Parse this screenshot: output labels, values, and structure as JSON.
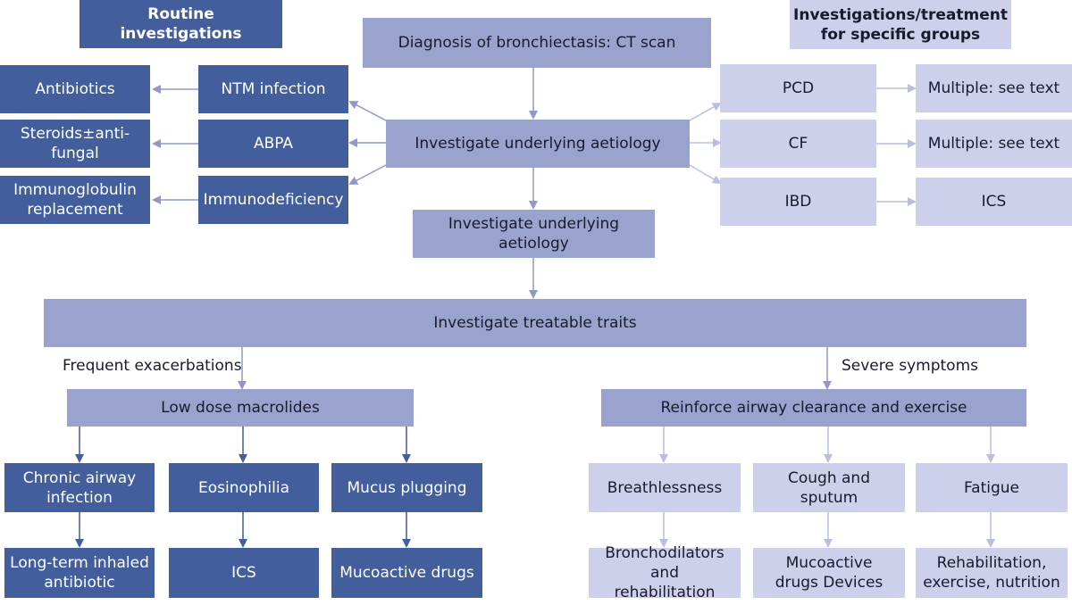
{
  "headers": {
    "routine": "Routine investigations",
    "specific": "Investigations/treatment for specific groups"
  },
  "top": {
    "diagnosis": "Diagnosis of bronchiectasis: CT scan",
    "aetiology": "Investigate underlying aetiology",
    "aetiology2": "Investigate underlying aetiology",
    "traits": "Investigate treatable traits"
  },
  "left": {
    "ntm": "NTM infection",
    "abpa": "ABPA",
    "immuno": "Immunodeficiency",
    "antibiotics": "Antibiotics",
    "steroids": "Steroids±anti-fungal",
    "immunoglobulin": "Immunoglobulin replacement"
  },
  "right": {
    "pcd": "PCD",
    "cf": "CF",
    "ibd": "IBD",
    "pcd_t": "Multiple: see text",
    "cf_t": "Multiple: see text",
    "ibd_t": "ICS"
  },
  "branches": {
    "frequent": "Frequent exacerbations",
    "severe": "Severe symptoms",
    "macrolides": "Low dose macrolides",
    "airway": "Reinforce airway clearance and exercise"
  },
  "bottom_left": {
    "chronic": "Chronic airway infection",
    "eos": "Eosinophilia",
    "mucus": "Mucus plugging",
    "inhaled": "Long-term inhaled antibiotic",
    "ics": "ICS",
    "mucoactive": "Mucoactive drugs"
  },
  "bottom_right": {
    "breath": "Breathlessness",
    "cough": "Cough and sputum",
    "fatigue": "Fatigue",
    "broncho": "Bronchodilators and rehabilitation",
    "mucodev": "Mucoactive drugs Devices",
    "rehab": "Rehabilitation, exercise, nutrition"
  },
  "colors": {
    "dark": "#435e9c",
    "mid": "#9aa3ce",
    "light": "#ccd0ea"
  }
}
